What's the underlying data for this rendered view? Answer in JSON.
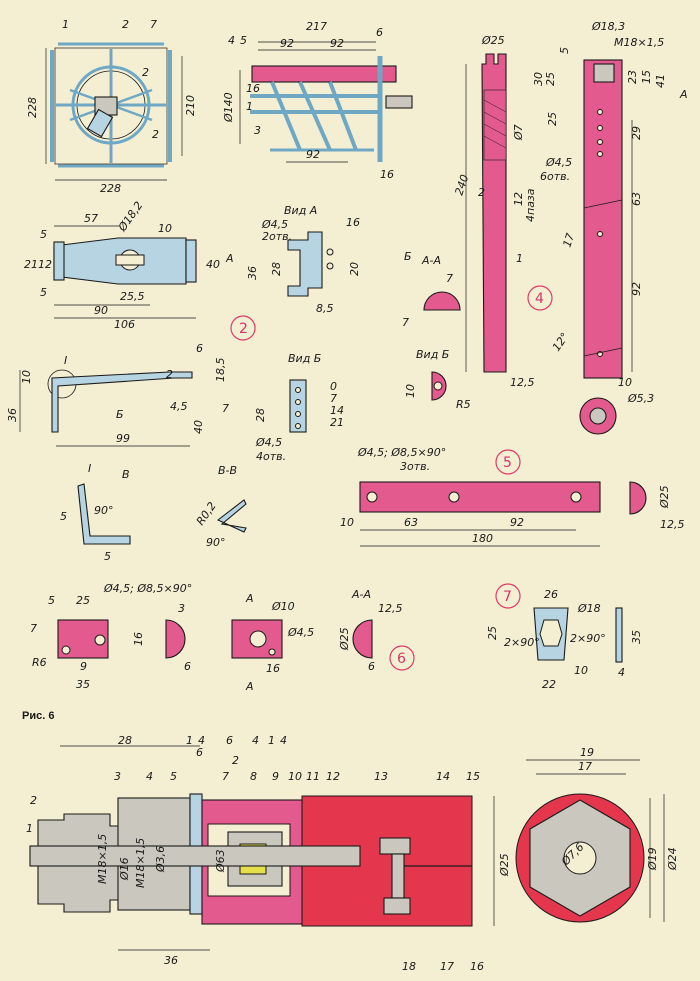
{
  "figure_caption": "Рис. 6",
  "part_numbers": {
    "p2": "2",
    "p4": "4",
    "p5": "5",
    "p6": "6",
    "p7": "7"
  },
  "frame_view": {
    "leaders": [
      "1",
      "2",
      "7",
      "2",
      "2"
    ],
    "dims": [
      "228",
      "210",
      "228"
    ]
  },
  "cage_view": {
    "leaders": [
      "4",
      "5",
      "6",
      "1",
      "3"
    ],
    "dims": [
      "217",
      "92",
      "92",
      "Ø140",
      "16",
      "92",
      "16"
    ]
  },
  "bracket_view": {
    "dims": [
      "57",
      "5",
      "Ø18,2",
      "10",
      "21",
      "12",
      "40",
      "5",
      "25,5",
      "90",
      "106"
    ],
    "arrow": "A"
  },
  "view_a": {
    "title": "Вид А",
    "dims": [
      "Ø4,5",
      "2отв.",
      "16",
      "36",
      "28",
      "20",
      "8,5"
    ]
  },
  "bend_view": {
    "dims": [
      "6",
      "10",
      "2",
      "18,5",
      "36",
      "4,5",
      "40",
      "7",
      "99"
    ],
    "arrow": "Б",
    "callout": "I"
  },
  "view_b": {
    "title": "Вид Б",
    "dims": [
      "0",
      "7",
      "14",
      "21",
      "28",
      "Ø4,5",
      "4отв."
    ]
  },
  "detail_i": {
    "title": "I",
    "dims": [
      "5",
      "90°",
      "5"
    ],
    "section": "В"
  },
  "section_vv": {
    "title": "В-В",
    "dims": [
      "R0,2",
      "90°"
    ]
  },
  "bar_view": {
    "dims": [
      "Ø25",
      "M18×1,5",
      "Ø18,3",
      "5",
      "30",
      "25",
      "23",
      "15",
      "41",
      "25",
      "Ø7",
      "2",
      "12",
      "4паза",
      "240",
      "29",
      "Ø4,5",
      "6отв.",
      "63",
      "17",
      "92",
      "12°",
      "1",
      "12,5",
      "10",
      "Ø5,3",
      "R5",
      "10"
    ],
    "arrow": "A",
    "section_aa": "А-А",
    "section_dims": [
      "7",
      "7"
    ],
    "view_b": "Вид Б",
    "b_arrow": "Б"
  },
  "strip_view": {
    "dims": [
      "Ø4,5; Ø8,5×90°",
      "3отв.",
      "10",
      "63",
      "92",
      "180",
      "Ø25",
      "12,5"
    ]
  },
  "block_views": {
    "dims": [
      "5",
      "25",
      "Ø4,5; Ø8,5×90°",
      "7",
      "R6",
      "9",
      "35",
      "3",
      "16",
      "6",
      "A",
      "Ø10",
      "Ø4,5",
      "16",
      "A",
      "A-A",
      "12,5",
      "Ø25",
      "6"
    ]
  },
  "clip_view": {
    "dims": [
      "26",
      "Ø18",
      "25",
      "2×90°",
      "2×90°",
      "10",
      "22",
      "35",
      "4"
    ]
  },
  "assembly": {
    "leaders": [
      "1",
      "2",
      "3",
      "4",
      "5",
      "6",
      "7",
      "2",
      "8",
      "9",
      "10",
      "11",
      "12",
      "13",
      "14",
      "15",
      "16",
      "17",
      "18"
    ],
    "dims": [
      "28",
      "1",
      "4",
      "6",
      "4",
      "1",
      "4",
      "M18×1,5",
      "Ø16",
      "M18×1,5",
      "Ø3,6",
      "Ø63",
      "Ø25",
      "36"
    ]
  },
  "nut_view": {
    "dims": [
      "19",
      "17",
      "Ø19",
      "Ø24",
      "Ø7,6"
    ]
  }
}
